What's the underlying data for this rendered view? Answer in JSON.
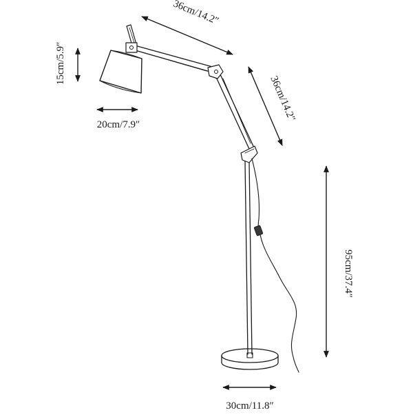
{
  "dimensions": {
    "arm_upper": "36cm/14.2″",
    "arm_lower": "36cm/14.2″",
    "shade_height": "15cm/5.9″",
    "shade_width": "20cm/7.9″",
    "lamp_height": "95cm/37.4″",
    "base_width": "30cm/11.8″"
  },
  "colors": {
    "ink": "#1a1a1a",
    "shade_fill": "#ffffff",
    "switch_fill": "#3a3a3a"
  }
}
